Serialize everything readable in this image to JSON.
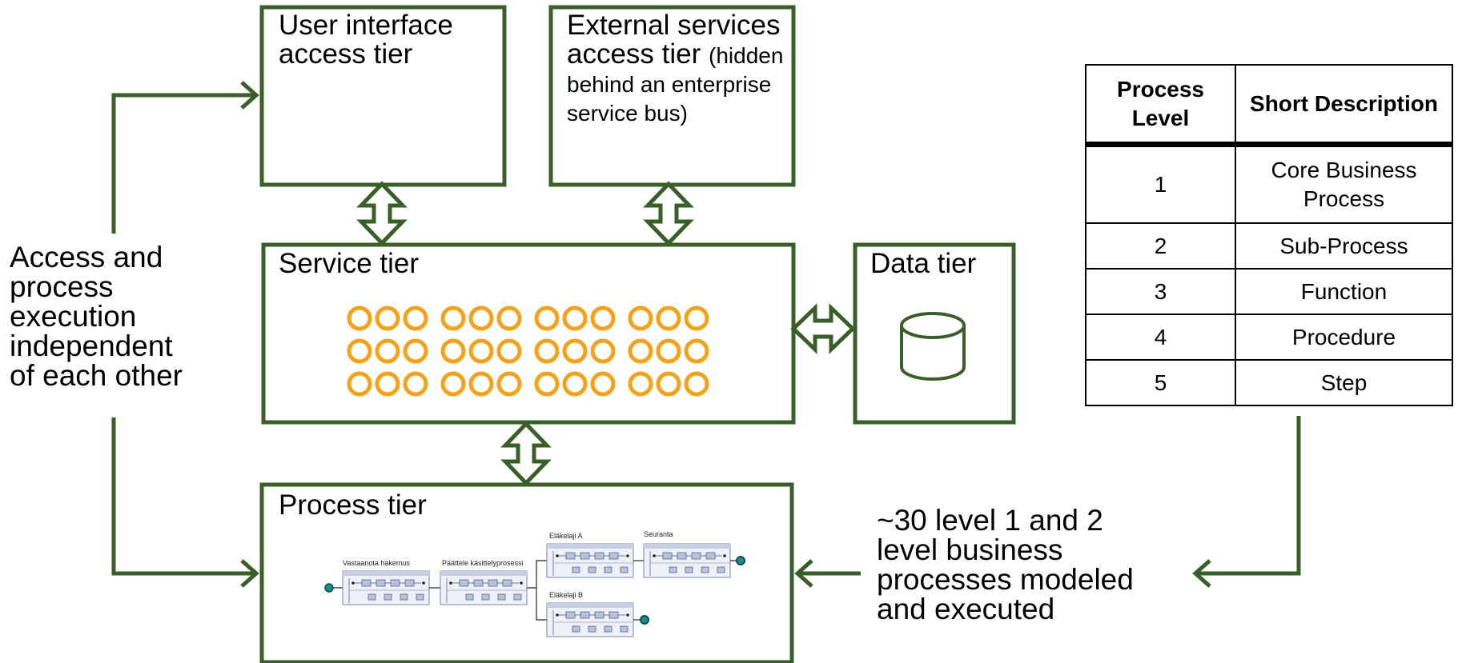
{
  "colors": {
    "green": "#3a5e2a",
    "orange": "#f5a21b",
    "teal": "#1b8a8a"
  },
  "boxes": {
    "ui_access": "User interface access tier",
    "external_main": "External services access tier",
    "external_note": "(hidden behind an enterprise service bus)",
    "service": "Service tier",
    "data": "Data tier",
    "process": "Process tier"
  },
  "left_note": [
    "Access and",
    "process",
    "execution",
    "independent",
    "of each other"
  ],
  "right_note": [
    "~30 level 1 and 2",
    "level business",
    "processes modeled",
    "and executed"
  ],
  "process_flow": {
    "steps": [
      "Vastaanota hakemus",
      "Päättele käsittelyprosessi",
      "Eläkelaji A",
      "Seuranta",
      "Eläkelaji B"
    ]
  },
  "table": {
    "headers": [
      "Process Level",
      "Short Description"
    ],
    "rows": [
      {
        "level": "1",
        "description": "Core Business Process"
      },
      {
        "level": "2",
        "description": "Sub-Process"
      },
      {
        "level": "3",
        "description": "Function"
      },
      {
        "level": "4",
        "description": "Procedure"
      },
      {
        "level": "5",
        "description": "Step"
      }
    ]
  }
}
